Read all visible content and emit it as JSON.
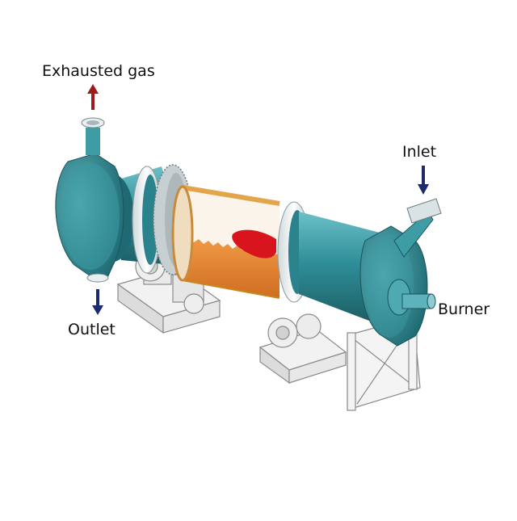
{
  "labels": {
    "exhausted_gas": "Exhausted gas",
    "outlet": "Outlet",
    "inlet": "Inlet",
    "burner": "Burner"
  },
  "colors": {
    "shell": "#2e8a94",
    "shell_light": "#5fb5bd",
    "shell_dark": "#1c5f66",
    "ring": "#e8eef0",
    "gear": "#bfc8cb",
    "inner_bg": "#fbf6ee",
    "material": "#e58a36",
    "flame": "#d8141c",
    "frame": "#f2f2f2",
    "arrow_up": "#9e1b1b",
    "arrow_down": "#1e2a6e"
  }
}
